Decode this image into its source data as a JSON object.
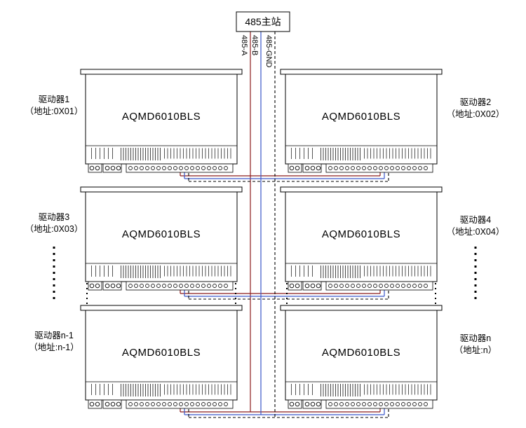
{
  "diagram": {
    "master_label": "485主站",
    "bus": {
      "a": {
        "label": "485-A",
        "color": "#8B1A1A"
      },
      "b": {
        "label": "485-B",
        "color": "#3A57C9"
      },
      "gnd": {
        "label": "485-GND",
        "color": "#000000"
      }
    },
    "drivers": [
      {
        "name": "驱动器1",
        "address": "（地址:0X01）",
        "model": "AQMD6010BLS"
      },
      {
        "name": "驱动器2",
        "address": "（地址:0X02）",
        "model": "AQMD6010BLS"
      },
      {
        "name": "驱动器3",
        "address": "（地址:0X03）",
        "model": "AQMD6010BLS"
      },
      {
        "name": "驱动器4",
        "address": "（地址:0X04）",
        "model": "AQMD6010BLS"
      },
      {
        "name": "驱动器n-1",
        "address": "（地址:n-1）",
        "model": "AQMD6010BLS"
      },
      {
        "name": "驱动器n",
        "address": "（地址:n）",
        "model": "AQMD6010BLS"
      }
    ]
  }
}
